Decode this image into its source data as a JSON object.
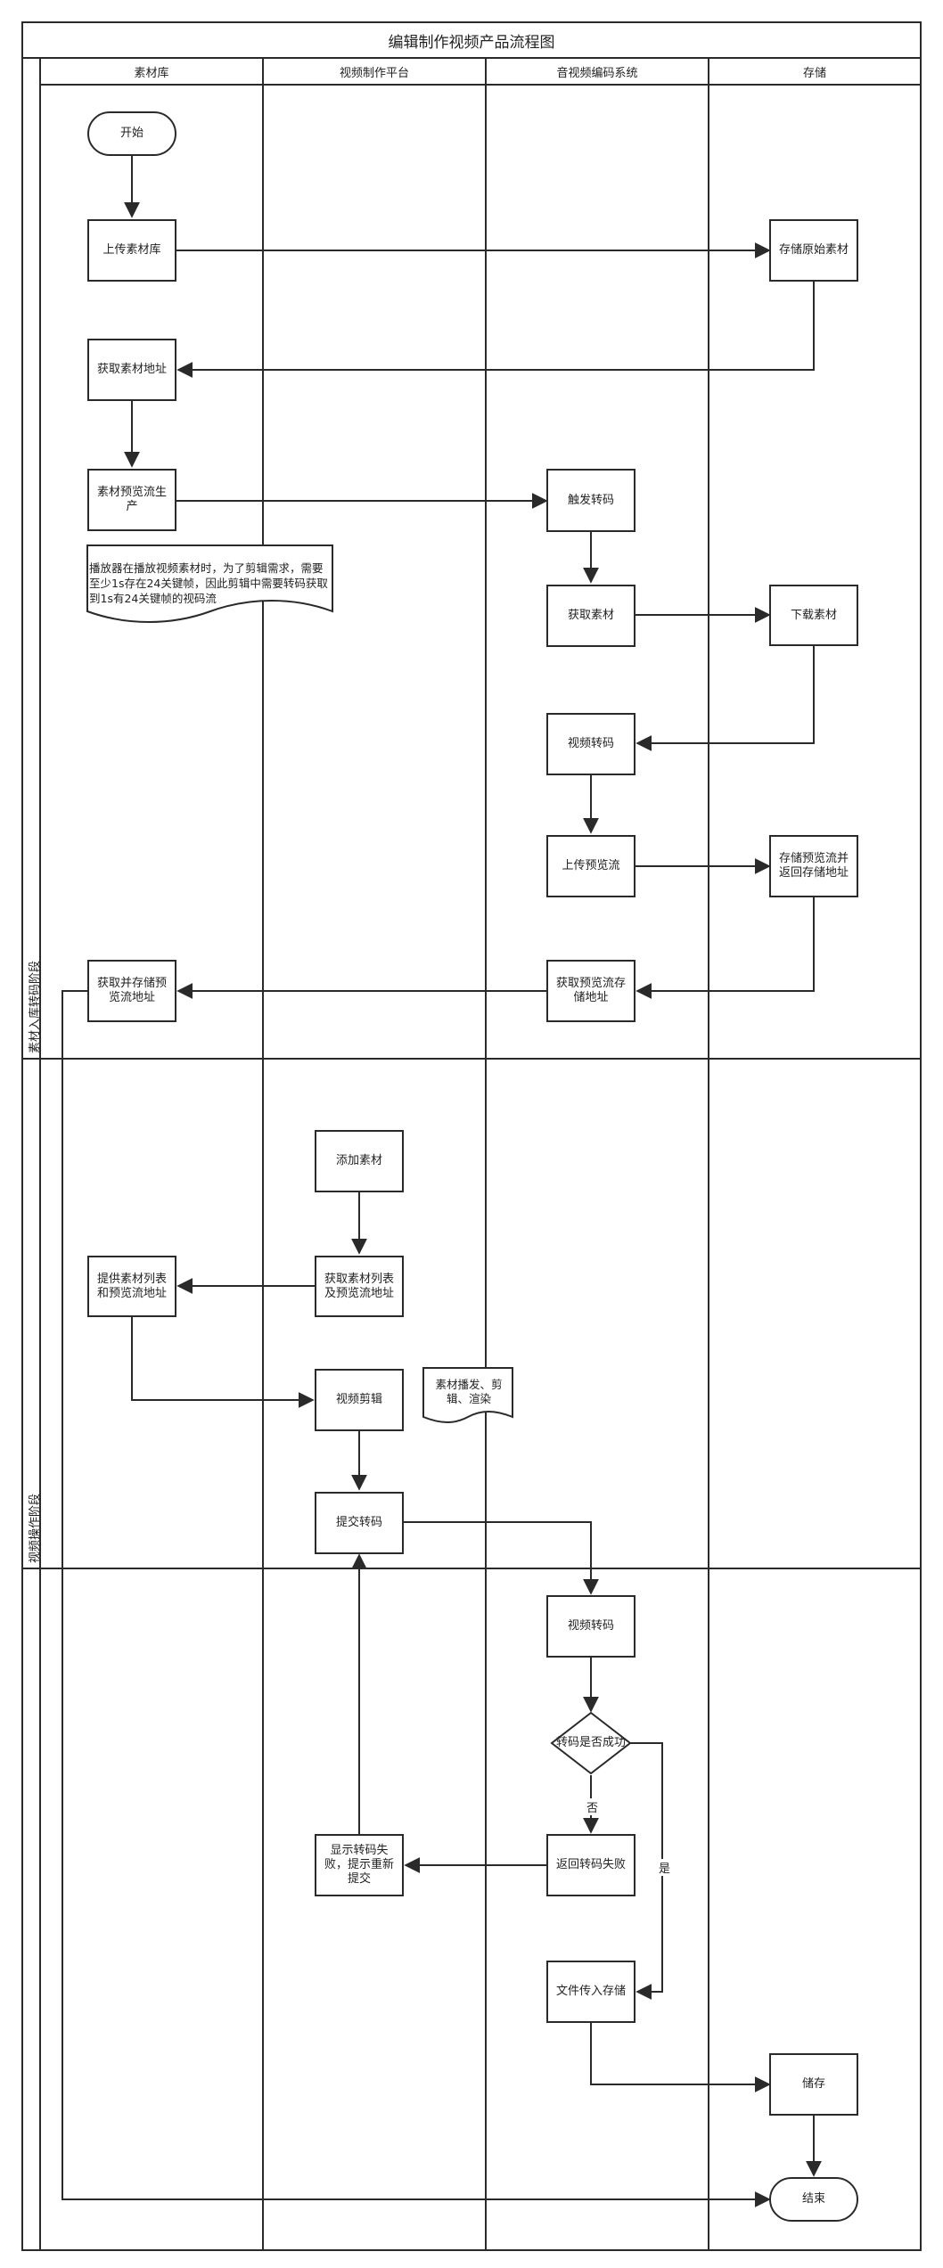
{
  "title": "编辑制作视频产品流程图",
  "lanes": [
    "素材库",
    "视频制作平台",
    "音视频编码系统",
    "存储"
  ],
  "phases": [
    "素材入库转码阶段",
    "视频操作阶段"
  ],
  "nodes": {
    "start": "开始",
    "upload_library": "上传素材库",
    "store_original": "存储原始素材",
    "get_address": "获取素材地址",
    "preview_gen": "素材预览流生产",
    "trigger_transcode": "触发转码",
    "get_material": "获取素材",
    "download_material": "下载素材",
    "video_transcode_1": "视频转码",
    "upload_preview": "上传预览流",
    "store_preview": "存储预览流并返回存储地址",
    "get_preview_addr": "获取预览流存储地址",
    "fetch_store_preview": "获取并存储预览流地址",
    "add_material": "添加素材",
    "get_list": "获取素材列表及预览流地址",
    "provide_list": "提供素材列表和预览流地址",
    "video_edit": "视频剪辑",
    "submit_transcode": "提交转码",
    "video_transcode_2": "视频转码",
    "decision": "转码是否成功",
    "return_fail": "返回转码失败",
    "show_fail": "显示转码失败，提示重新提交",
    "file_to_storage": "文件传入存储",
    "save": "储存",
    "end": "结束"
  },
  "notes": {
    "player_note": "播放器在播放视频素材时，为了剪辑需求，需要至少1s存在24关键帧，因此剪辑中需要转码获取到1s有24关键帧的视码流",
    "edit_note": "素材播发、剪辑、渲染"
  },
  "edge_labels": {
    "no": "否",
    "yes": "是"
  }
}
